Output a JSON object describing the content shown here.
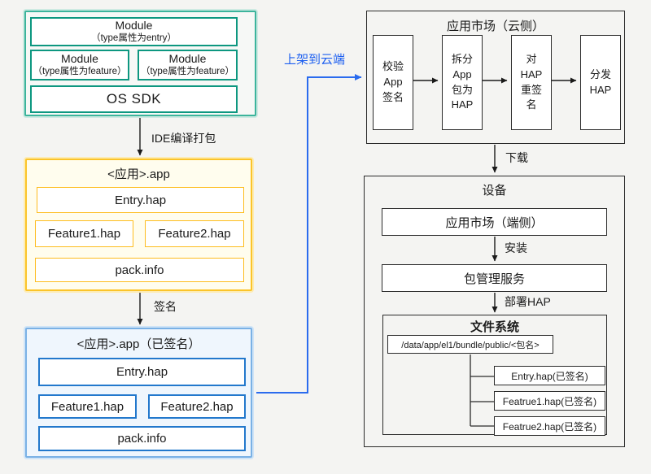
{
  "colors": {
    "background": "#f4f4f2",
    "green_border": "#3cb49c",
    "green_inner_border": "#0d9780",
    "yellow_border": "#fbc42a",
    "yellow_bg": "#fffdee",
    "blue_border": "#7ab1e5",
    "blue_inner_border": "#2278cc",
    "blue_bg": "#eff6fd",
    "connector_blue": "#2a6bee",
    "line_black": "#1a1a1a"
  },
  "dev_stack": {
    "module_entry": {
      "line1": "Module",
      "line2": "（type属性为entry）"
    },
    "module_feature1": {
      "line1": "Module",
      "line2": "（type属性为feature）"
    },
    "module_feature2": {
      "line1": "Module",
      "line2": "（type属性为feature）"
    },
    "os_sdk": "OS SDK"
  },
  "labels": {
    "ide_pack": "IDE编译打包",
    "sign": "签名",
    "publish": "上架到云端",
    "download": "下载",
    "install": "安装",
    "deploy": "部署HAP"
  },
  "app_package": {
    "title": "<应用>.app",
    "entry": "Entry.hap",
    "feature1": "Feature1.hap",
    "feature2": "Feature2.hap",
    "packinfo": "pack.info"
  },
  "signed_package": {
    "title": "<应用>.app（已签名）",
    "entry": "Entry.hap",
    "feature1": "Feature1.hap",
    "feature2": "Feature2.hap",
    "packinfo": "pack.info"
  },
  "cloud_market": {
    "title": "应用市场（云侧）",
    "steps": [
      "校验\nApp\n签名",
      "拆分\nApp\n包为\nHAP",
      "对\nHAP\n重签\n名",
      "分发\nHAP"
    ]
  },
  "device": {
    "title": "设备",
    "market": "应用市场（端侧）",
    "pkg_service": "包管理服务",
    "filesystem": {
      "title": "文件系统",
      "path": "/data/app/el1/bundle/public/<包名>",
      "files": [
        "Entry.hap(已签名)",
        "Featrue1.hap(已签名)",
        "Featrue2.hap(已签名)"
      ]
    }
  }
}
